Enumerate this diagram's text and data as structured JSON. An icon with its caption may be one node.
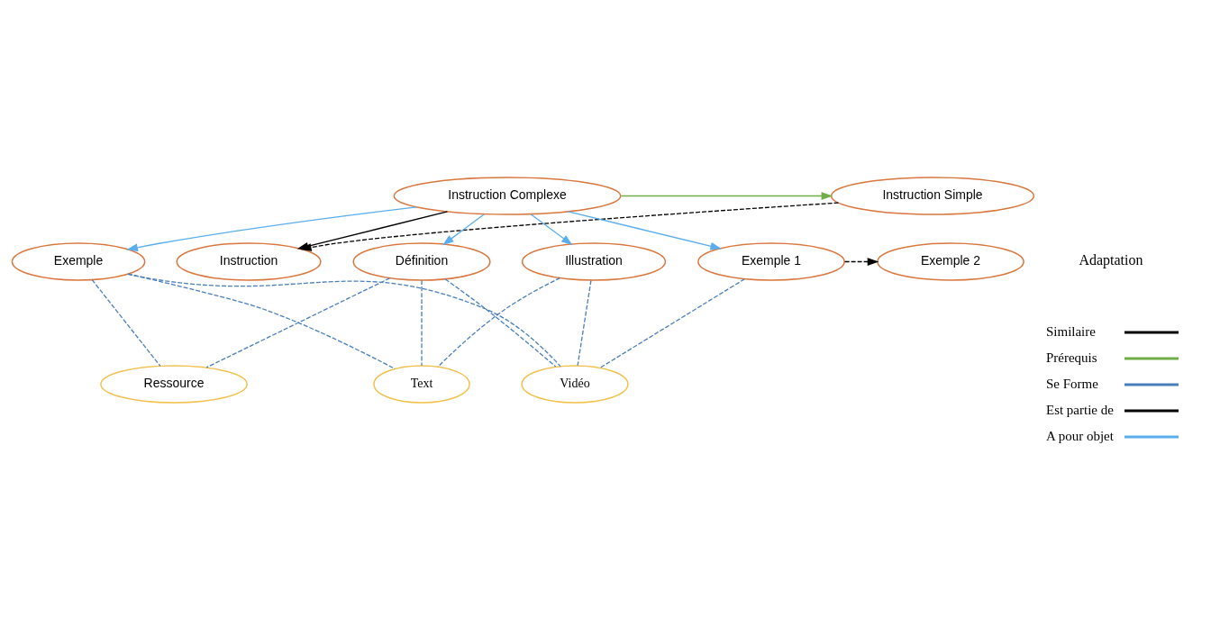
{
  "diagram": {
    "nodes": [
      {
        "text": [
          "Instruction"
        ]
      },
      {
        "text": [
          "Instruction Simple"
        ]
      },
      {
        "text": [
          "Instruction Complexe"
        ]
      },
      {
        "text": [
          "Exemple 1"
        ]
      },
      {
        "text": [
          "Exemple 2"
        ]
      },
      {
        "text": [
          "Illustration"
        ]
      },
      {
        "text": [
          "Vidéo"
        ]
      },
      {
        "text": [
          "Définition"
        ]
      },
      {
        "text": [
          "Text"
        ]
      },
      {
        "text": [
          "Ressource"
        ]
      },
      {
        "text": [
          "Exemple"
        ]
      }
    ],
    "edges": [
      {
        "from": 2,
        "to": 0,
        "arrow": "to",
        "color": "#000000"
      },
      {
        "from": 1,
        "to": 0,
        "arrow": "to",
        "style": "dashed",
        "color": "#000000"
      },
      {
        "from": 2,
        "to": 1,
        "arrow": "to",
        "color": "#70ad47"
      },
      {
        "from": 2,
        "to": 3,
        "arrow": "to",
        "color": "#5badec"
      },
      {
        "from": 2,
        "to": 5,
        "arrow": "to",
        "color": "#5badec"
      },
      {
        "from": 2,
        "to": 7,
        "arrow": "to",
        "color": "#5badec"
      },
      {
        "from": 2,
        "to": 10,
        "arrow": "to",
        "color": "#5badec"
      },
      {
        "from": 3,
        "to": 4,
        "arrow": "to",
        "style": "dashed",
        "color": "#000000"
      },
      {
        "from": 3,
        "to": 6,
        "arrow": "none",
        "style": "dashed"
      },
      {
        "from": 5,
        "to": 6,
        "arrow": "none",
        "style": "dashed"
      },
      {
        "from": 5,
        "to": 8,
        "arrow": "none",
        "style": "dashed"
      },
      {
        "from": 7,
        "to": 6,
        "arrow": "none",
        "style": "dashed"
      },
      {
        "from": 7,
        "to": 8,
        "arrow": "none",
        "style": "dashed"
      },
      {
        "from": 7,
        "to": 9,
        "arrow": "none",
        "style": "dashed"
      },
      {
        "from": 10,
        "to": 6,
        "arrow": "none",
        "style": "dashed"
      },
      {
        "from": 10,
        "to": 8,
        "arrow": "none",
        "style": "dashed"
      },
      {
        "from": 10,
        "to": 9,
        "arrow": "none",
        "style": "dashed"
      }
    ],
    "labels": [
      "Adaptation"
    ],
    "legend": [
      {
        "text": "Similaire"
      },
      {
        "text": "Prérequis"
      },
      {
        "text": "Se Forme"
      },
      {
        "text": "Est partie de"
      },
      {
        "text": "A pour objet"
      }
    ]
  }
}
